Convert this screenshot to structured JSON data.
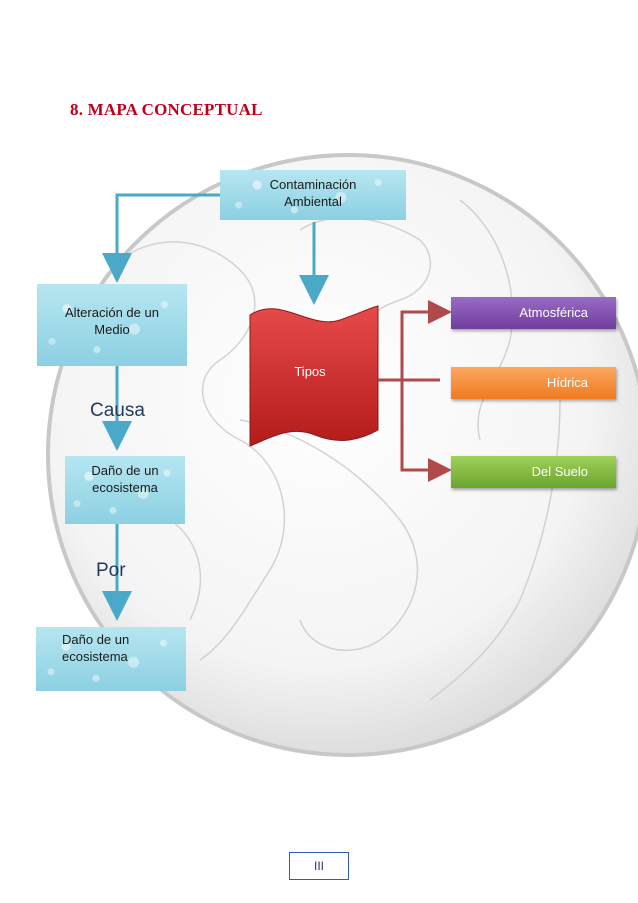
{
  "title": "8. MAPA CONCEPTUAL",
  "top_node": "Contaminación Ambiental",
  "left_chain": {
    "node_1": "Alteración de un Medio",
    "connector_1": "Causa",
    "node_2": "Daño de un ecosistema",
    "connector_2": "Por",
    "node_3": "Daño de un ecosistema"
  },
  "types_label": "Tipos",
  "types": [
    {
      "label": "Atmosférica",
      "color": "#7a47a8"
    },
    {
      "label": "Hídrica",
      "color": "#f58a2f"
    },
    {
      "label": "Del Suelo",
      "color": "#7db83d"
    }
  ],
  "colors": {
    "title": "#c0001a",
    "water_box": "#9ed8e8",
    "flag": "#c8222a",
    "arrow_blue": "#4aa8c8",
    "arrow_red": "#b04a4a"
  },
  "page_number": "III"
}
